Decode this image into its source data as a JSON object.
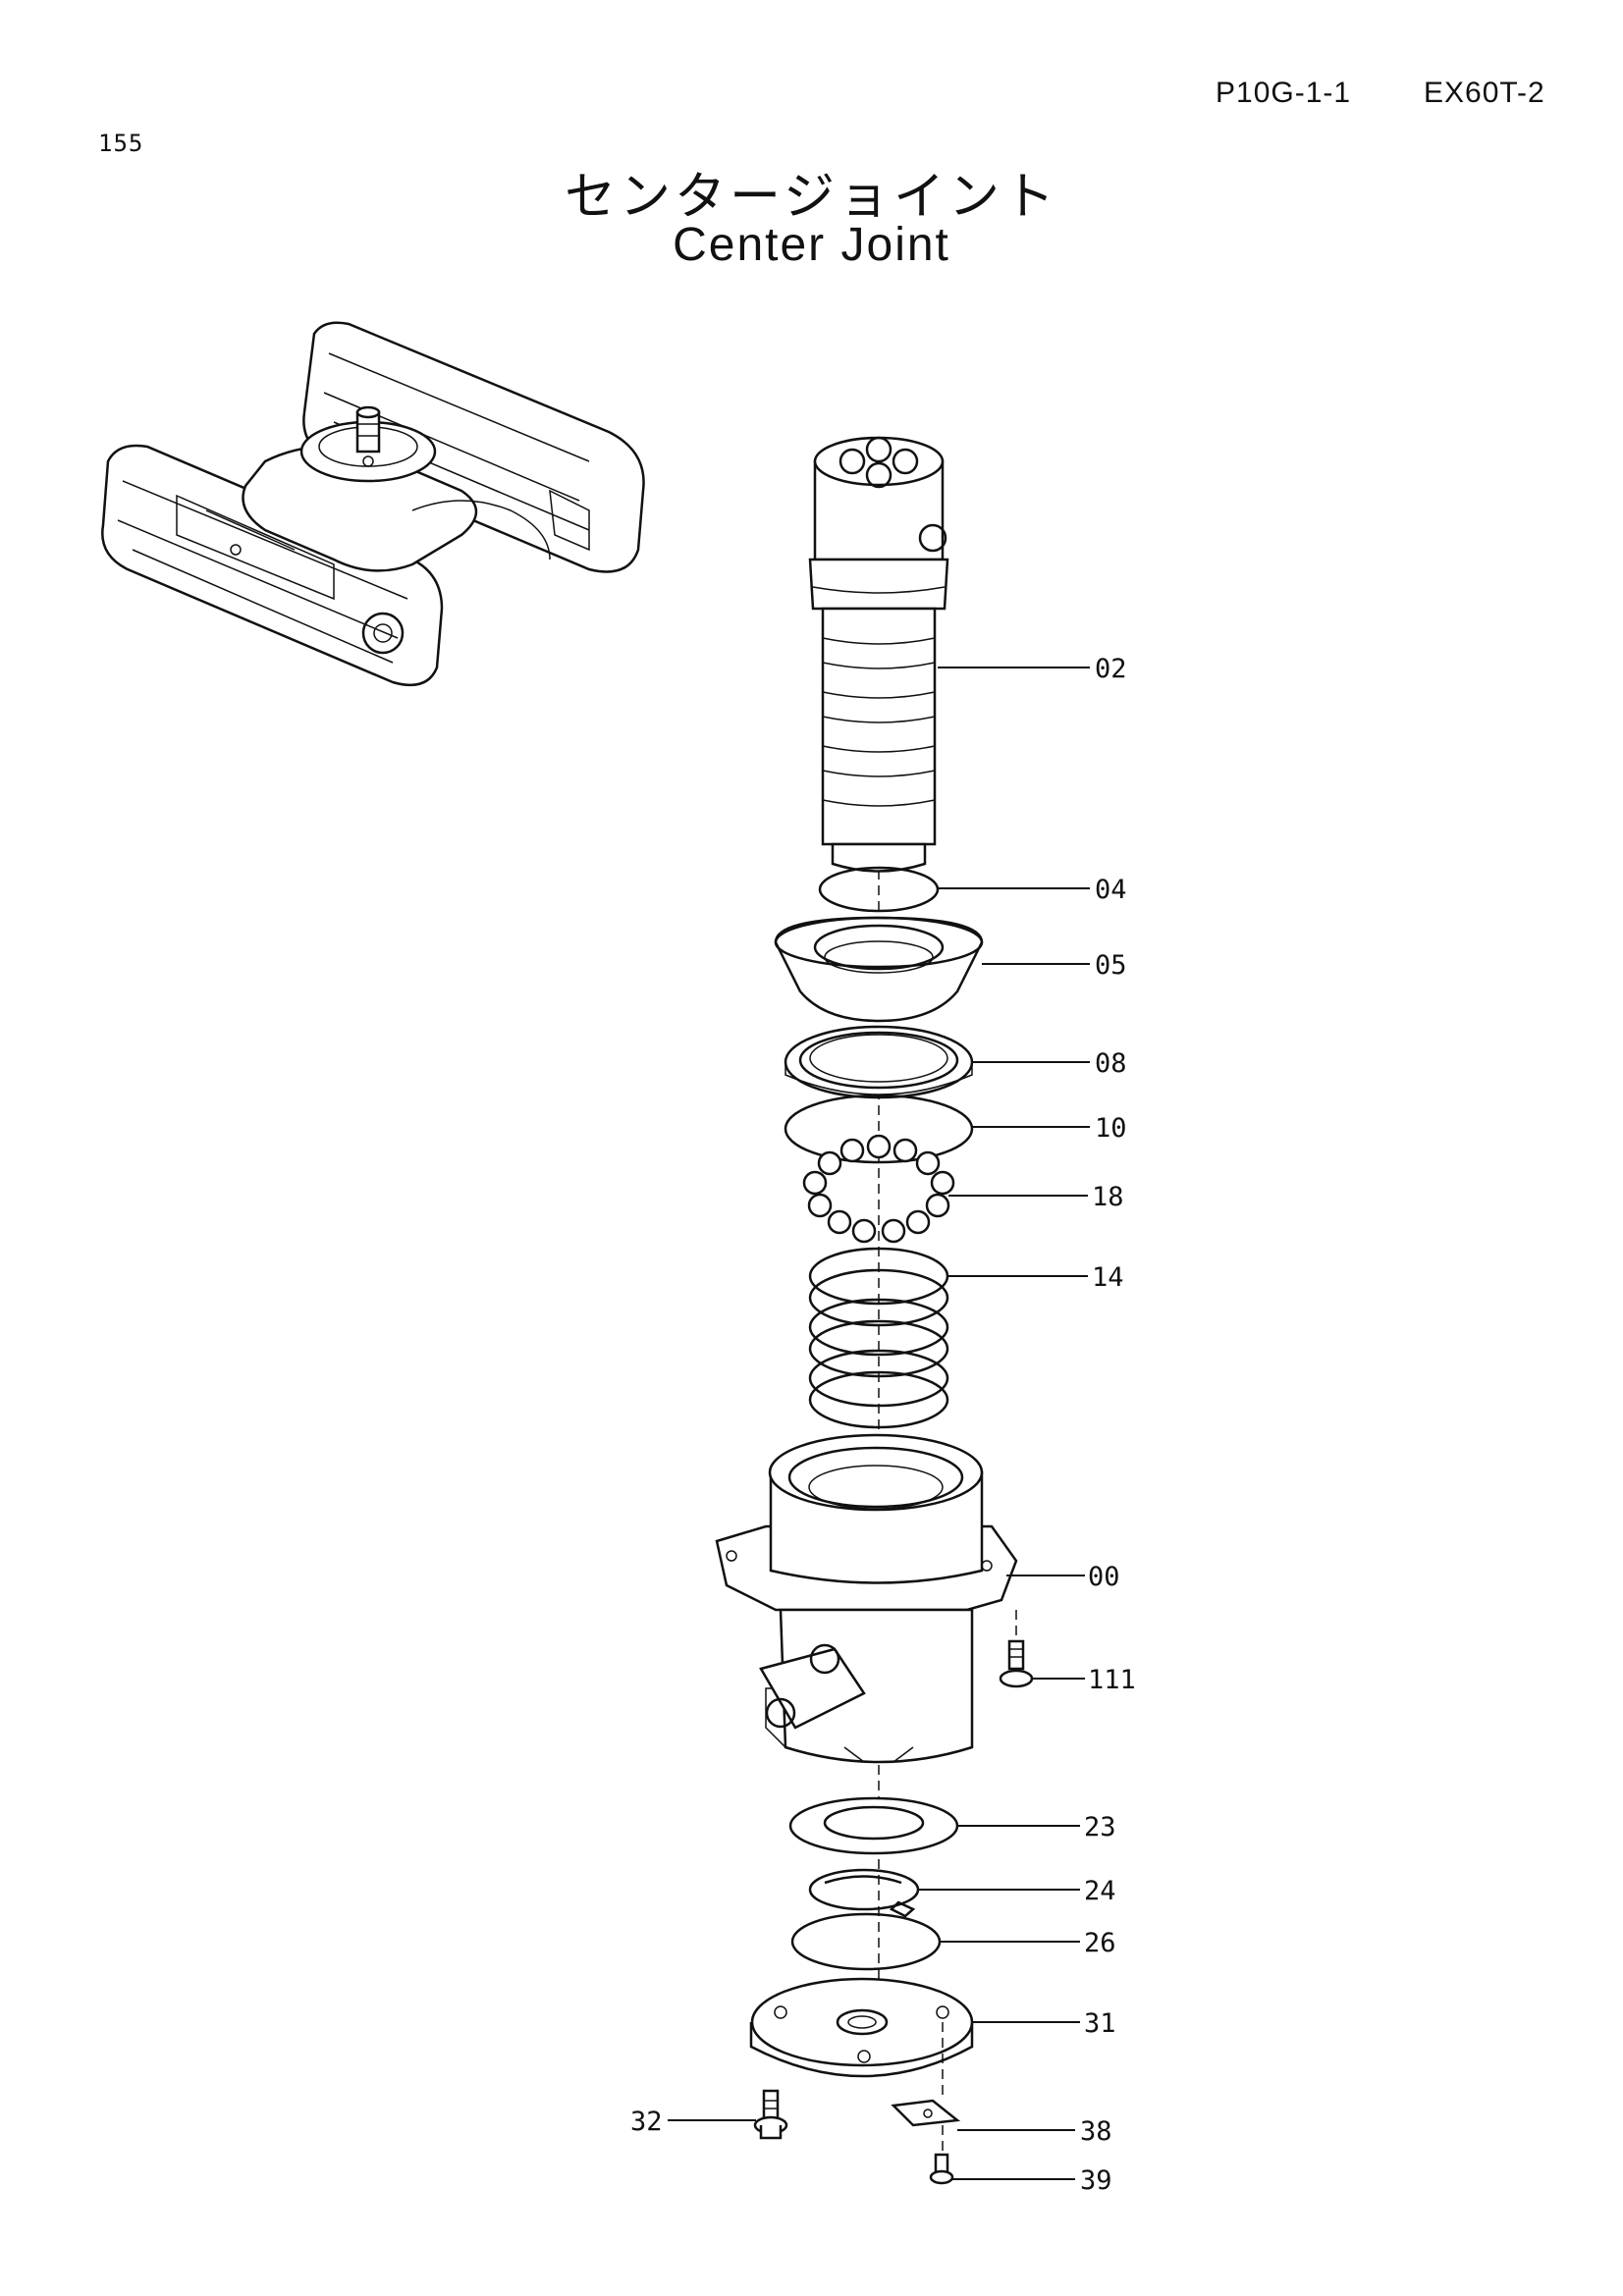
{
  "header": {
    "code_left": "P10G-1-1",
    "code_right": "EX60T-2",
    "page_number": "155"
  },
  "title": {
    "japanese": "センタージョイント",
    "english": "Center Joint"
  },
  "callouts": [
    {
      "label": "02"
    },
    {
      "label": "04"
    },
    {
      "label": "05"
    },
    {
      "label": "08"
    },
    {
      "label": "10"
    },
    {
      "label": "18"
    },
    {
      "label": "14"
    },
    {
      "label": "00"
    },
    {
      "label": "111"
    },
    {
      "label": "23"
    },
    {
      "label": "24"
    },
    {
      "label": "26"
    },
    {
      "label": "31"
    },
    {
      "label": "32"
    },
    {
      "label": "38"
    },
    {
      "label": "39"
    }
  ]
}
